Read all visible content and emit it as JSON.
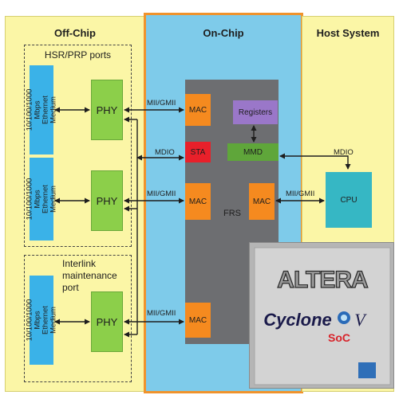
{
  "zones": {
    "off_chip": "Off-Chip",
    "on_chip": "On-Chip",
    "host_system": "Host System"
  },
  "groups": {
    "hsr_prp": "HSR/PRP ports",
    "interlink": "Interlink maintenance port"
  },
  "media": [
    "10/100/1000 Mbps Ethernet Medium",
    "10/100/1000 Mbps Ethernet Medium",
    "10/100/1000 Mbps Ethernet Medium"
  ],
  "phy_label": "PHY",
  "mac_label": "MAC",
  "frs": {
    "label": "FRS",
    "sta": "STA",
    "mmd": "MMD",
    "registers": "Registers"
  },
  "links": {
    "mii_gmii": "MII/GMII",
    "mdio": "MDIO"
  },
  "cpu_label": "CPU",
  "chip": {
    "brand": "ALTERA",
    "family": "Cyclone",
    "version": "V",
    "variant": "SoC"
  },
  "colors": {
    "off_chip_bg": "#fbf6a6",
    "on_chip_bg": "#7ecbea",
    "on_chip_border": "#f0932c",
    "phy": "#8ccf4a",
    "mac": "#f58a1f",
    "sta": "#e8202a",
    "registers": "#9a77c9",
    "cpu": "#36b7c4",
    "frs": "#6d6e71"
  }
}
